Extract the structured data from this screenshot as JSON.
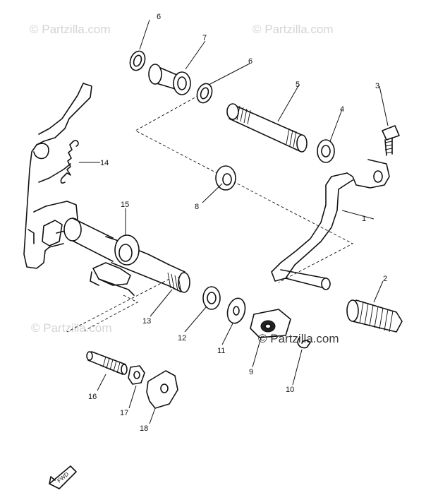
{
  "watermarks": [
    {
      "text": "© Partzilla.com"
    },
    {
      "text": "© Partzilla.com"
    },
    {
      "text": "© Partzilla.com"
    },
    {
      "text": "© Partzilla.com"
    }
  ],
  "parts": [
    {
      "label": "1"
    },
    {
      "label": "2"
    },
    {
      "label": "3"
    },
    {
      "label": "4"
    },
    {
      "label": "5"
    },
    {
      "label": "6"
    },
    {
      "label": "6"
    },
    {
      "label": "7"
    },
    {
      "label": "8"
    },
    {
      "label": "9"
    },
    {
      "label": "10"
    },
    {
      "label": "11"
    },
    {
      "label": "12"
    },
    {
      "label": "13"
    },
    {
      "label": "14"
    },
    {
      "label": "15"
    },
    {
      "label": "16"
    },
    {
      "label": "17"
    },
    {
      "label": "18"
    }
  ],
  "fwd_label": "FWD"
}
